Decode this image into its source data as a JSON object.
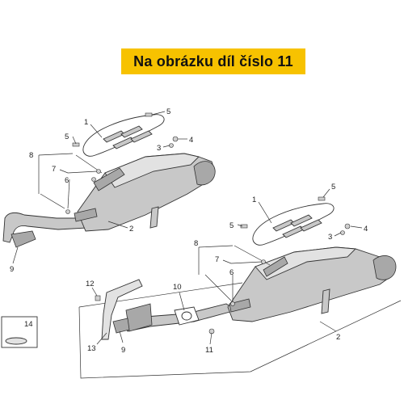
{
  "banner": {
    "text": "Na obrázku díl číslo 11",
    "color": "#f7c200"
  },
  "callouts": {
    "c1a": "1",
    "c5a": "5",
    "c5b": "5",
    "c4a": "4",
    "c3a": "3",
    "c8a": "8",
    "c7a": "7",
    "c6a": "6",
    "c2a": "2",
    "c9a": "9",
    "c1b": "1",
    "c5c": "5",
    "c5d": "5",
    "c4b": "4",
    "c3b": "3",
    "c8b": "8",
    "c7b": "7",
    "c6b": "6",
    "c12": "12",
    "c10": "10",
    "c14": "14",
    "c13": "13",
    "c9b": "9",
    "c11": "11",
    "c2b": "2"
  }
}
